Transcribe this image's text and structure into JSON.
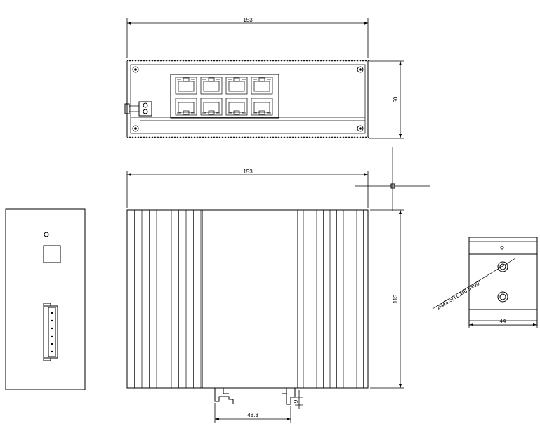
{
  "dimensions": {
    "top_width": "153",
    "top_height": "50",
    "front_width": "153",
    "front_height": "113",
    "rail_width": "48.3",
    "rail_depth": "9",
    "bracket_width": "44",
    "hole_note": "2-Ø3.5/TL,Ø6.5×90°"
  },
  "colors": {
    "line": "#000000",
    "background": "#ffffff"
  }
}
